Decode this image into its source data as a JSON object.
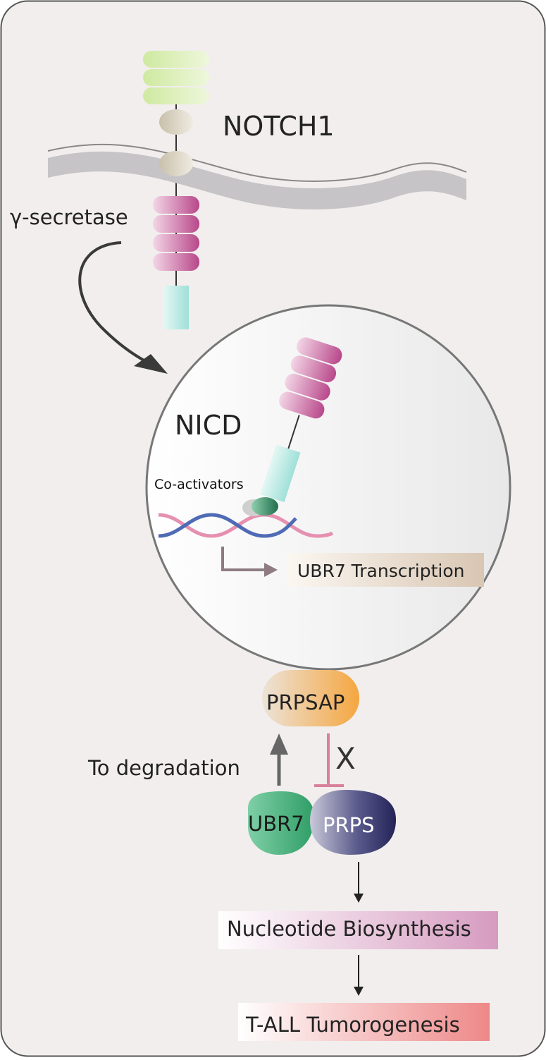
{
  "labels": {
    "notch1": "NOTCH1",
    "gamma_secretase": "γ-secretase",
    "nicd": "NICD",
    "coactivators": "Co-activators",
    "ubr7_transcription": "UBR7 Transcription",
    "prpsap": "PRPSAP",
    "inhibition_mark": "X",
    "to_degradation": "To degradation",
    "ubr7": "UBR7",
    "prps": "PRPS",
    "nucleotide_biosynthesis": "Nucleotide Biosynthesis",
    "tall_tumorogenesis": "T-ALL Tumorogenesis"
  },
  "colors": {
    "background": "#f1eeed",
    "frame": "#555555",
    "egf_repeat": "#cfe9a0",
    "lnr_domain": "#ddd6c6",
    "membrane": "#c6c4c6",
    "ankyrin_repeat": "#b8478a",
    "tad_domain": "#9fe0d8",
    "nucleus_stroke": "#777777",
    "dna_blue": "#4f6bb5",
    "dna_pink": "#e690b0",
    "transcription_arrow": "#8e7c82",
    "prpsap": "#f5a640",
    "ubr7": "#3db07a",
    "prps": "#2a2a60",
    "inhibition": "#d9809a",
    "nucleotide_box": "#d69bc0",
    "tall_box": "#ee8888"
  }
}
